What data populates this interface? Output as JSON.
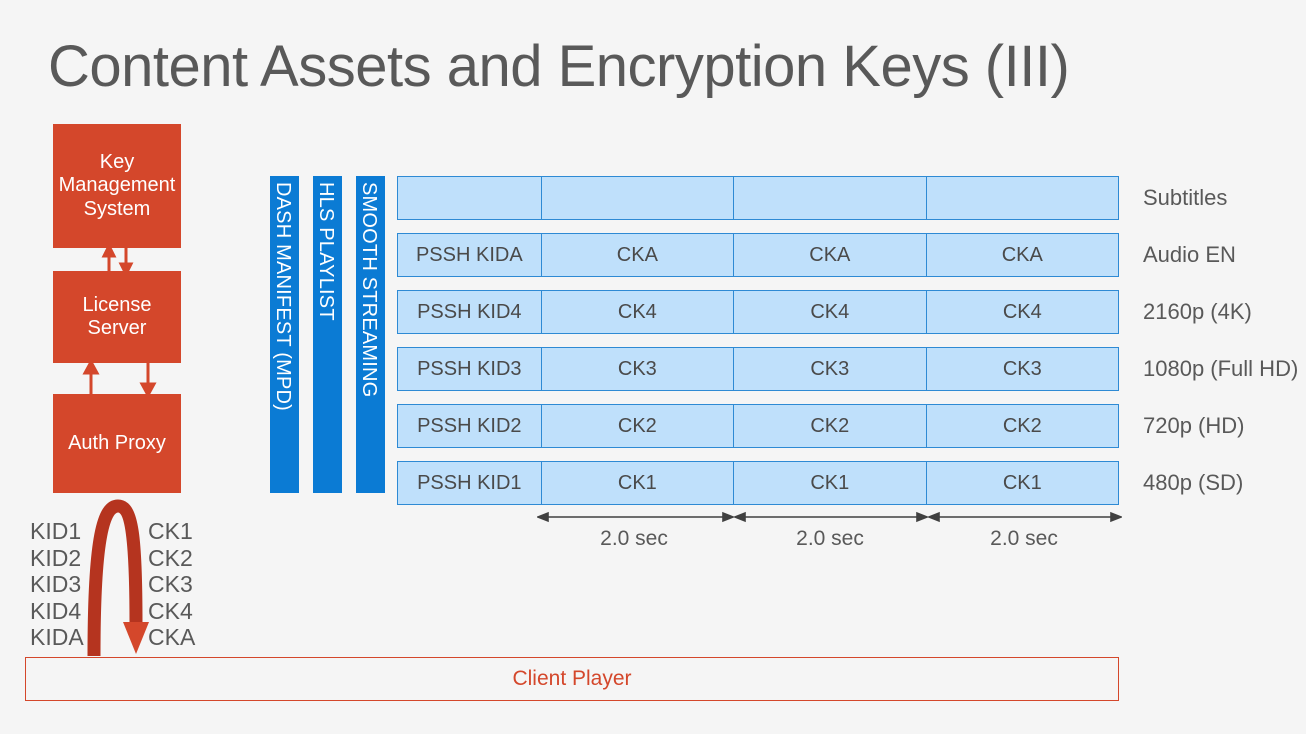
{
  "slide": {
    "title": "Content Assets and Encryption Keys (III)",
    "background_color": "#f5f5f5"
  },
  "colors": {
    "red": "#d4472b",
    "blue": "#0b7bd4",
    "cell_fill": "#bfe0fb",
    "cell_border": "#2e8ad4",
    "text_gray": "#595959"
  },
  "key_infrastructure": {
    "boxes": [
      {
        "id": "kms",
        "label": "Key Management System"
      },
      {
        "id": "license",
        "label": "License Server"
      },
      {
        "id": "auth",
        "label": "Auth Proxy"
      }
    ],
    "kid_list": [
      "KID1",
      "KID2",
      "KID3",
      "KID4",
      "KIDA"
    ],
    "ck_list": [
      "CK1",
      "CK2",
      "CK3",
      "CK4",
      "CKA"
    ]
  },
  "manifests": [
    {
      "id": "dash",
      "label": "DASH MANIFEST (MPD)"
    },
    {
      "id": "hls",
      "label": "HLS PLAYLIST"
    },
    {
      "id": "smooth",
      "label": "SMOOTH STREAMING"
    }
  ],
  "tracks": [
    {
      "label": "Subtitles",
      "pssh": "",
      "segments": [
        "",
        "",
        ""
      ]
    },
    {
      "label": "Audio EN",
      "pssh": "PSSH KIDA",
      "segments": [
        "CKA",
        "CKA",
        "CKA"
      ]
    },
    {
      "label": "2160p (4K)",
      "pssh": "PSSH KID4",
      "segments": [
        "CK4",
        "CK4",
        "CK4"
      ]
    },
    {
      "label": "1080p (Full HD)",
      "pssh": "PSSH KID3",
      "segments": [
        "CK3",
        "CK3",
        "CK3"
      ]
    },
    {
      "label": "720p (HD)",
      "pssh": "PSSH KID2",
      "segments": [
        "CK2",
        "CK2",
        "CK2"
      ]
    },
    {
      "label": "480p (SD)",
      "pssh": "PSSH KID1",
      "segments": [
        "CK1",
        "CK1",
        "CK1"
      ]
    }
  ],
  "durations": [
    "2.0 sec",
    "2.0 sec",
    "2.0 sec"
  ],
  "client_player": {
    "label": "Client Player"
  }
}
